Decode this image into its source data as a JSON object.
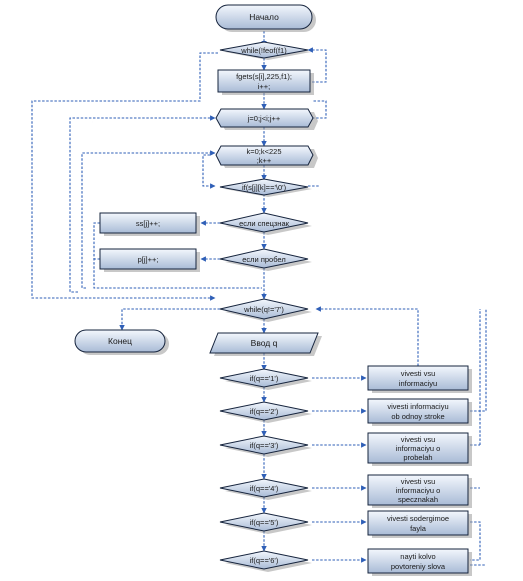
{
  "nodes": {
    "start": "Начало",
    "while_feof": "while(!feof(f1)",
    "fgets_line1": "fgets(s[i],225,f1);",
    "fgets_line2": "i++;",
    "for_j": "j=0;j<i;j++",
    "for_k_line1": "k=0;k<225",
    "for_k_line2": ";k++",
    "if_null": "if(s[j][k]=='\\0')",
    "if_special": "если спецзнак",
    "inc_ss": "ss[j]++;",
    "if_space": "если пробел",
    "inc_p": "p[j]++;",
    "while_q": "while(q!='7')",
    "end": "Конец",
    "input_q": "Ввод q",
    "if_q1": "if(q=='1')",
    "if_q2": "if(q=='2')",
    "if_q3": "if(q=='3')",
    "if_q4": "if(q=='4')",
    "if_q5": "if(q=='5')",
    "if_q6": "if(q=='6')",
    "act1_line1": "vivesti vsu",
    "act1_line2": "informaciyu",
    "act2_line1": "vivesti informaciyu",
    "act2_line2": "ob odnoy stroke",
    "act3_line1": "vivesti vsu",
    "act3_line2": "informaciyu o",
    "act3_line3": "probelah",
    "act4_line1": "vivesti vsu",
    "act4_line2": "informaciyu o",
    "act4_line3": "specznakah",
    "act5_line1": "vivesti sodergimoe",
    "act5_line2": "fayla",
    "act6_line1": "nayti kolvo",
    "act6_line2": "povtoreniy slova"
  },
  "colors": {
    "node_fill_top": "#f3f7fd",
    "node_fill_bottom": "#a9bbd6",
    "node_stroke": "#16243d",
    "connector": "#2f5fb7"
  }
}
